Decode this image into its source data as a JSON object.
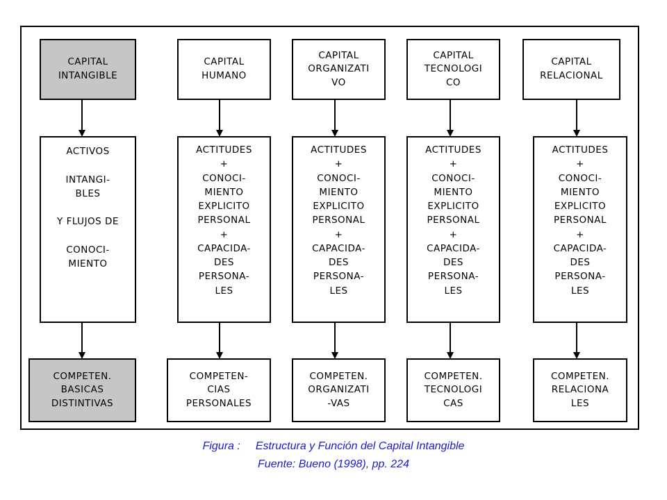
{
  "diagram": {
    "columns": [
      {
        "top": "CAPITAL\nINTANGIBLE",
        "middle": "ACTIVOS\n\nINTANGI-\nBLES\n\nY FLUJOS DE\n\nCONOCI-\nMIENTO",
        "bottom": "COMPETEN.\nBASICAS\nDISTINTIVAS",
        "highlighted": true
      },
      {
        "top": "CAPITAL\nHUMANO",
        "middle": "ACTITUDES\n+\nCONOCI-\nMIENTO\nEXPLICITO\nPERSONAL\n+\nCAPACIDA-\nDES\nPERSONA-\nLES",
        "bottom": "COMPETEN-\nCIAS\nPERSONALES",
        "highlighted": false
      },
      {
        "top": "CAPITAL\nORGANIZATI\nVO",
        "middle": "ACTITUDES\n+\nCONOCI-\nMIENTO\nEXPLICITO\nPERSONAL\n+\nCAPACIDA-\nDES\nPERSONA-\nLES",
        "bottom": "COMPETEN.\nORGANIZATI\n-VAS",
        "highlighted": false
      },
      {
        "top": "CAPITAL\nTECNOLOGI\nCO",
        "middle": "ACTITUDES\n+\nCONOCI-\nMIENTO\nEXPLICITO\nPERSONAL\n+\nCAPACIDA-\nDES\nPERSONA-\nLES",
        "bottom": "COMPETEN.\nTECNOLOGI\nCAS",
        "highlighted": false
      },
      {
        "top": "CAPITAL\nRELACIONAL",
        "middle": "ACTITUDES\n+\nCONOCI-\nMIENTO\nEXPLICITO\nPERSONAL\n+\nCAPACIDA-\nDES\nPERSONA-\nLES",
        "bottom": "COMPETEN.\nRELACIONA\nLES",
        "highlighted": false
      }
    ],
    "colors": {
      "highlight_fill": "#c6c6c6",
      "caption_text": "#1b1bd0"
    }
  },
  "caption": {
    "label": "Figura  :",
    "title": "Estructura y Función del Capital Intangible",
    "source": "Fuente: Bueno (1998), pp. 224"
  }
}
